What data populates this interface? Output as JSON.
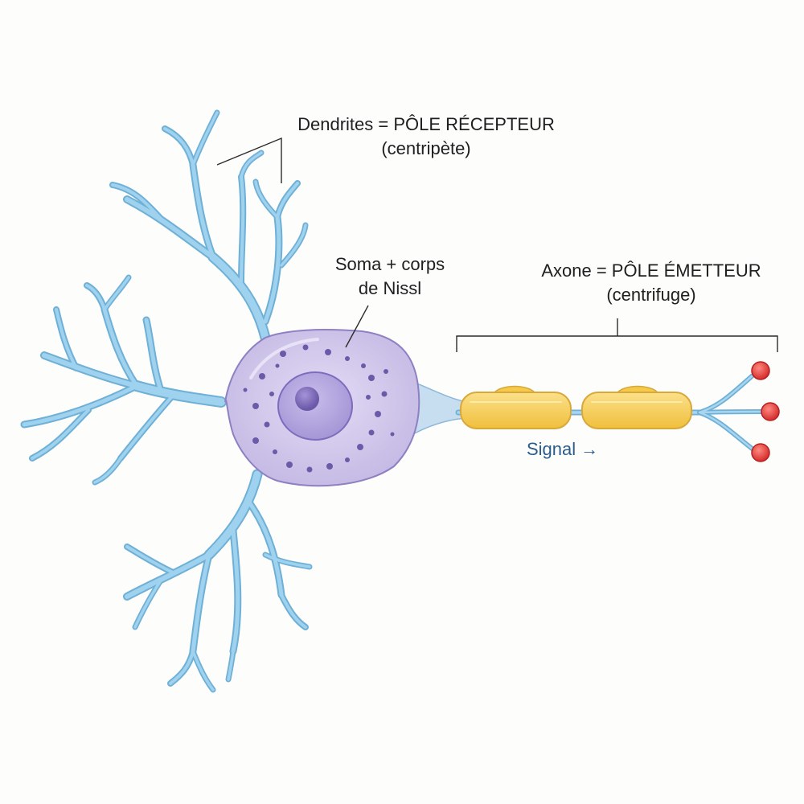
{
  "labels": {
    "dendrites": {
      "line1": "Dendrites = PÔLE RÉCEPTEUR",
      "line2": "(centripète)"
    },
    "soma": {
      "line1": "Soma + corps",
      "line2": "de Nissl"
    },
    "axone": {
      "line1": "Axone = PÔLE ÉMETTEUR",
      "line2": "(centrifuge)"
    },
    "signal": {
      "text": "Signal",
      "arrow": "→"
    }
  },
  "colors": {
    "dendrite": "#8fc6e4",
    "dendrite_stroke": "#6fb0d6",
    "soma_fill": "#c9c0e6",
    "soma_stroke": "#8e80c2",
    "nucleus": "#9b8cd0",
    "nissl": "#6a5ba8",
    "myelin": "#f5c94a",
    "myelin_stroke": "#d8a93a",
    "terminal": "#e23b3b",
    "signal": "#2a5d8c"
  }
}
